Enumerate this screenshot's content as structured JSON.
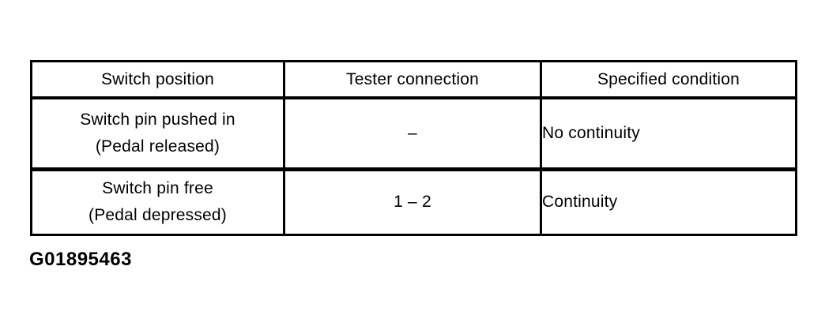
{
  "table": {
    "headers": {
      "switch_position": "Switch position",
      "tester_connection": "Tester connection",
      "specified_condition": "Specified condition"
    },
    "rows": [
      {
        "switch_position_line1": "Switch pin pushed in",
        "switch_position_line2": "(Pedal released)",
        "tester_connection": "–",
        "specified_condition": "No continuity"
      },
      {
        "switch_position_line1": "Switch pin free",
        "switch_position_line2": "(Pedal depressed)",
        "tester_connection": "1 – 2",
        "specified_condition": "Continuity"
      }
    ]
  },
  "figure_id": "G01895463",
  "colors": {
    "border": "#000000",
    "text": "#000000",
    "background": "#ffffff"
  }
}
